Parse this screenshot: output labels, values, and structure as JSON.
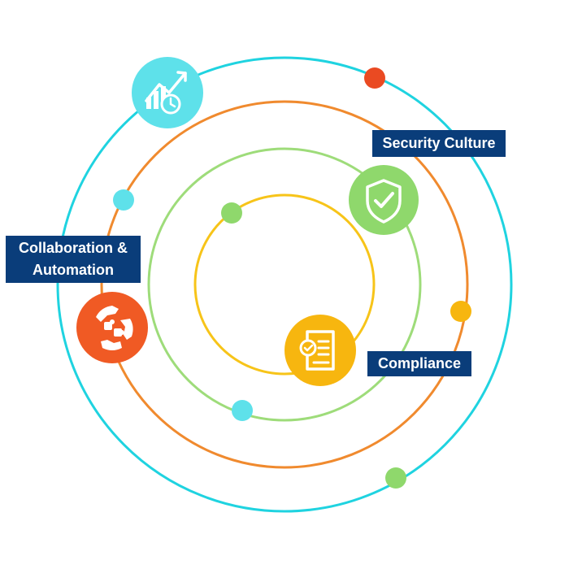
{
  "labels": {
    "security_culture": "Security Culture",
    "collaboration_line1": "Collaboration &",
    "collaboration_line2": "Automation",
    "compliance": "Compliance"
  },
  "colors": {
    "outer_ring": "#1fd3e0",
    "orange_ring": "#f08a2e",
    "green_ring": "#9edc7a",
    "yellow_ring": "#f7c419",
    "label_bg": "#0a3d7a",
    "red_dot": "#ea4a22",
    "cyan_node": "#5ee1ea",
    "green_node": "#8fd86c",
    "orange_node": "#f05a24",
    "yellow_node": "#f7b60f"
  },
  "icons": {
    "top": "growth-chart-clock-icon",
    "security": "shield-check-icon",
    "collaboration": "puzzle-hands-icon",
    "compliance": "document-check-icon"
  }
}
